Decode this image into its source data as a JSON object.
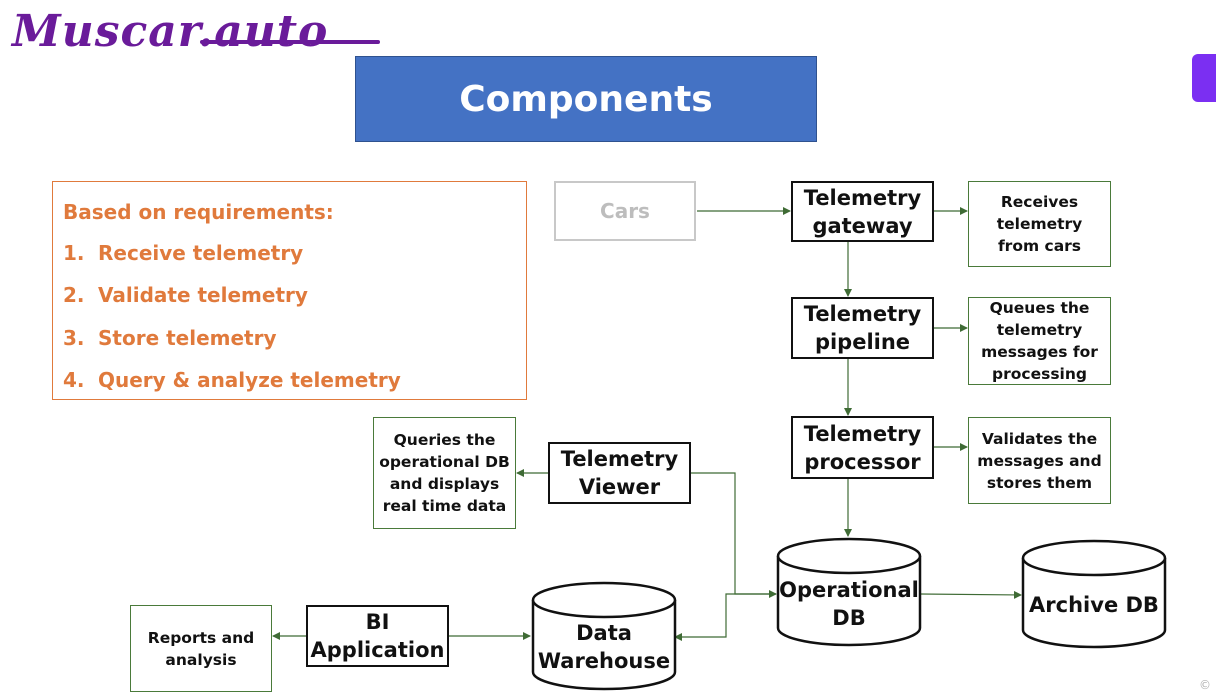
{
  "logo": "Muscar.auto",
  "title": "Components",
  "requirements": {
    "heading": "Based on requirements:",
    "items": [
      {
        "num": "1.",
        "text": "Receive telemetry"
      },
      {
        "num": "2.",
        "text": "Validate telemetry"
      },
      {
        "num": "3.",
        "text": "Store telemetry"
      },
      {
        "num": "4.",
        "text": "Query & analyze telemetry"
      }
    ]
  },
  "nodes": {
    "cars": "Cars",
    "gateway": [
      "Telemetry",
      "gateway"
    ],
    "pipeline": [
      "Telemetry",
      "pipeline"
    ],
    "processor": [
      "Telemetry",
      "processor"
    ],
    "viewer": [
      "Telemetry",
      "Viewer"
    ],
    "operational_db": [
      "Operational",
      "DB"
    ],
    "archive_db": "Archive DB",
    "data_warehouse": [
      "Data",
      "Warehouse"
    ],
    "bi_application": [
      "BI",
      "Application"
    ]
  },
  "notes": {
    "gateway": [
      "Receives",
      "telemetry",
      "from cars"
    ],
    "pipeline": [
      "Queues the",
      "telemetry",
      "messages for",
      "processing"
    ],
    "processor": [
      "Validates the",
      "messages and",
      "stores them"
    ],
    "viewer": [
      "Queries the",
      "operational DB",
      "and displays",
      "real time data"
    ],
    "bi": [
      "Reports and",
      "analysis"
    ]
  },
  "colors": {
    "title_bg": "#4472c4",
    "requirements": "#e07a3c",
    "note_border": "#4a7a3a",
    "connector": "#3f6b35",
    "logo": "#6a1b9a"
  },
  "corner_mark": "©"
}
